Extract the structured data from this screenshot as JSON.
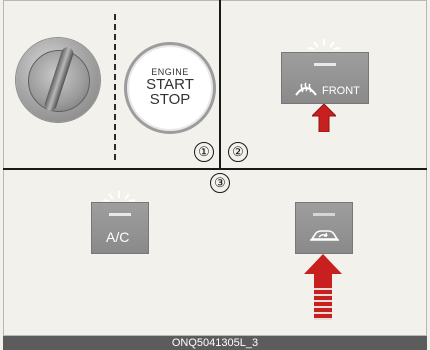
{
  "labels": {
    "num1": "①",
    "num2": "②",
    "num3": "③"
  },
  "start_button": {
    "line1": "ENGINE",
    "line2": "START",
    "line3": "STOP"
  },
  "front_button": {
    "label": "FRONT"
  },
  "ac_button": {
    "label": "A/C"
  },
  "footer": {
    "code": "ONQ5041305L_3"
  },
  "colors": {
    "arrow_red": "#c8201e",
    "panel_gray": "#8f8f8f",
    "background": "#f3f1ec"
  },
  "icons": [
    "ignition-switch-icon",
    "front-defrost-icon",
    "air-recirculation-icon",
    "led-glow-icon",
    "push-arrow-icon"
  ]
}
